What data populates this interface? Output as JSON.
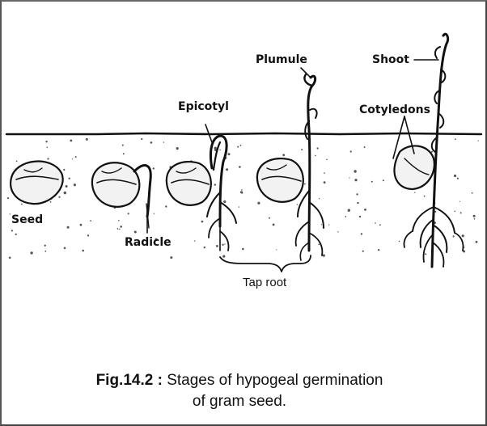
{
  "labels": {
    "seed": "Seed",
    "radicle": "Radicle",
    "epicotyl": "Epicotyl",
    "plumule": "Plumule",
    "shoot": "Shoot",
    "cotyledons": "Cotyledons",
    "tap_root": "Tap root"
  },
  "caption": {
    "fig_number": "Fig.14.2 :",
    "line1": " Stages of hypogeal germination",
    "line2": "of gram seed."
  },
  "colors": {
    "ink": "#111111",
    "background": "#ffffff"
  }
}
